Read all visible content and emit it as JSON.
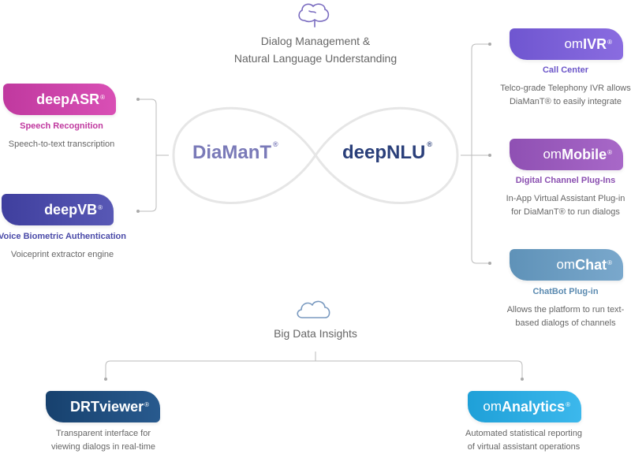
{
  "top_heading": {
    "line1": "Dialog Management &",
    "line2": "Natural Language Understanding"
  },
  "bottom_heading": "Big Data Insights",
  "center": {
    "left_logo": "DiaManT",
    "left_reg": "®",
    "right_logo": "deepNLU",
    "right_reg": "®"
  },
  "left_products": [
    {
      "name": "deepASR",
      "reg": "®",
      "caption": "Speech Recognition",
      "desc": "Speech-to-text transcription"
    },
    {
      "name": "deepVB",
      "reg": "®",
      "caption": "Voice Biometric Authentication",
      "desc": "Voiceprint extractor engine"
    }
  ],
  "right_products": [
    {
      "prefix": "om",
      "name": "IVR",
      "reg": "®",
      "caption": "Call Center",
      "desc_line1": "Telco-grade Telephony  IVR allows",
      "desc_line2": "DiaManT® to easily integrate"
    },
    {
      "prefix": "om",
      "name": "Mobile",
      "reg": "®",
      "caption": "Digital Channel Plug-Ins",
      "desc_line1": "In-App Virtual Assistant Plug-in",
      "desc_line2": "for DiaManT® to run dialogs"
    },
    {
      "prefix": "om",
      "name": "Chat",
      "reg": "®",
      "caption": "ChatBot Plug-in",
      "desc_line1": "Allows the platform to run text-",
      "desc_line2": "based dialogs of channels"
    }
  ],
  "bottom_products": [
    {
      "name": "DRTviewer",
      "reg": "®",
      "desc_line1": "Transparent interface for",
      "desc_line2": "viewing dialogs in real-time"
    },
    {
      "prefix": "om",
      "name": "Analytics",
      "reg": "®",
      "desc_line1": "Automated statistical reporting",
      "desc_line2": "of virtual assistant operations"
    }
  ],
  "icons": [
    "brain-icon",
    "cloud-icon"
  ],
  "colors": {
    "deepasr": "#c0399f",
    "deepvb": "#4a4aa8",
    "omivr": "#7a5cd6",
    "ommobile": "#9a5bbd",
    "omchat": "#6b9bbd",
    "drtviewer": "#1d4a7a",
    "omanalytics": "#2aa8de",
    "diamant": "#7a7ab8",
    "deepnlu": "#2a3f7a",
    "connector": "#bbbbbb"
  }
}
